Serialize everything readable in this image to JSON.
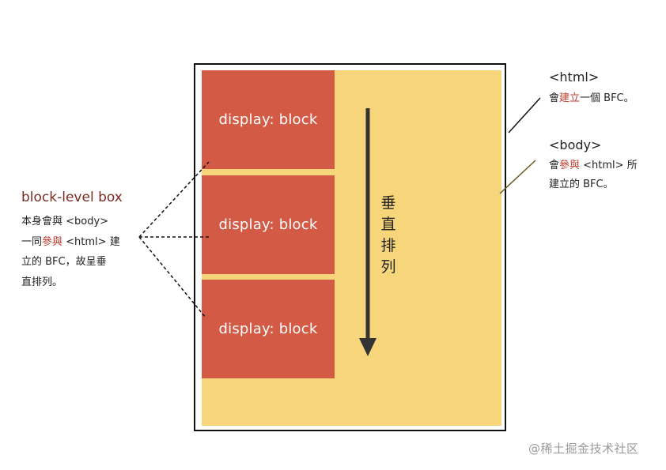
{
  "blocks": {
    "first": "display: block",
    "second": "display: block",
    "third": "display: block"
  },
  "flow_label": [
    "垂",
    "直",
    "排",
    "列"
  ],
  "left_note": {
    "title": "block-level box",
    "line1": "本身會與 <body>",
    "line2_pre": "一同",
    "line2_hl": "參與",
    "line2_post": " <html> 建",
    "line3": "立的 BFC，故呈垂",
    "line4": "直排列。"
  },
  "html_note": {
    "title": "<html>",
    "desc_pre": "會",
    "desc_hl": "建立",
    "desc_post": "一個 BFC。"
  },
  "body_note": {
    "title": "<body>",
    "line1_pre": "會",
    "line1_hl": "參與",
    "line1_post": " <html> 所",
    "line2": "建立的 BFC。"
  },
  "watermark": "@稀土掘金技术社区",
  "colors": {
    "block_fill": "#d35a45",
    "body_fill": "#f7d57a",
    "highlight_text": "#c0392b",
    "left_title": "#7a2b22"
  }
}
